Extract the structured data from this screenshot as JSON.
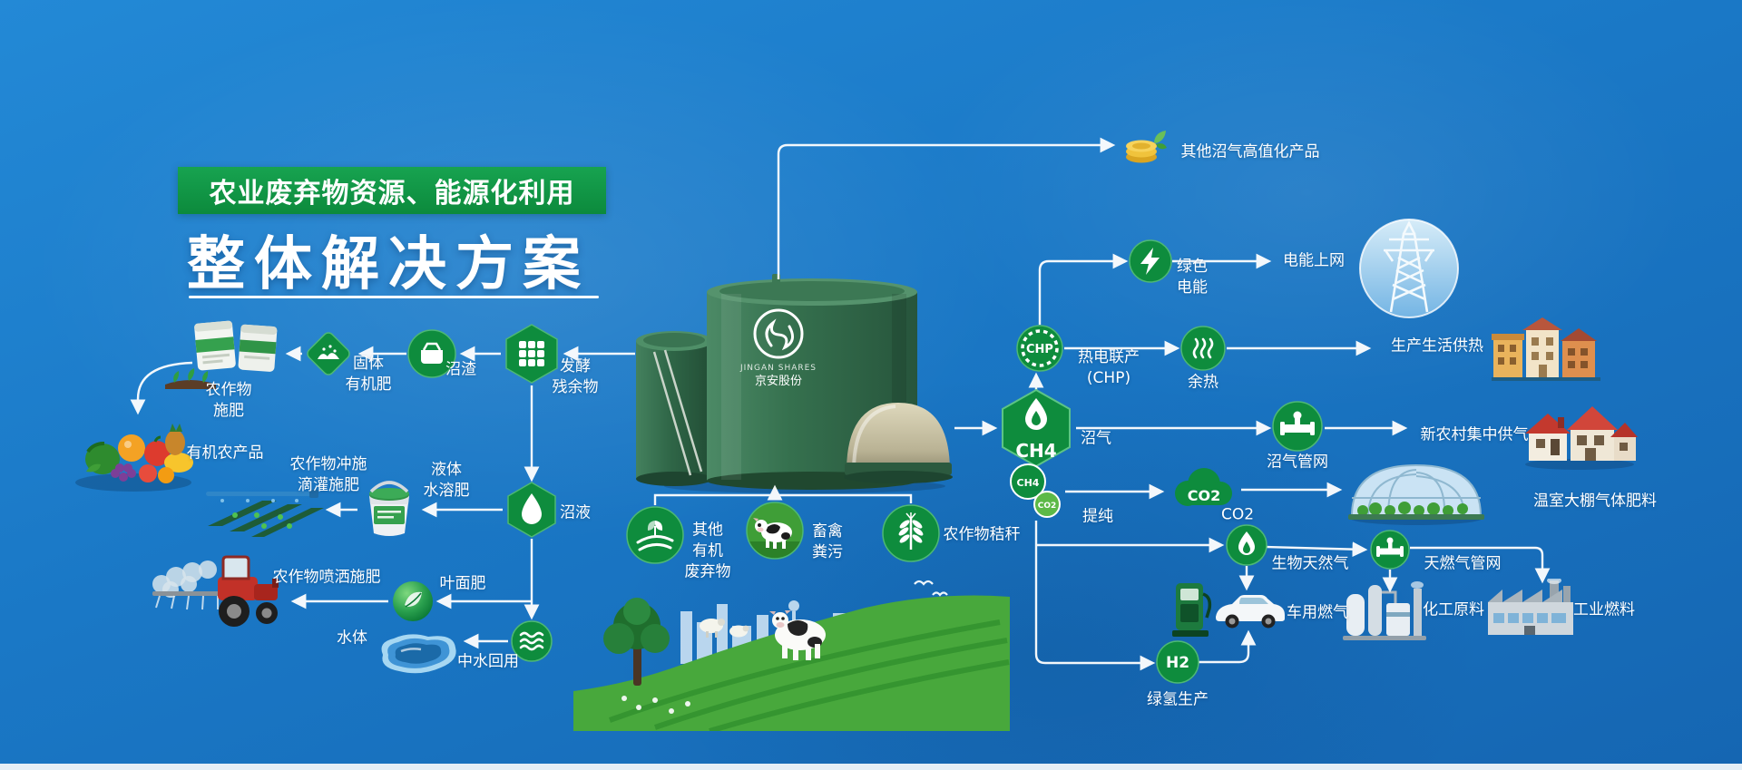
{
  "colors": {
    "background_blue": "#1a78c6",
    "accent_green": "#0e8c3d",
    "line_white": "#ffffff",
    "title_banner_green": "#0f9a46"
  },
  "header": {
    "banner": "农业废弃物资源、能源化利用",
    "title": "整体解决方案"
  },
  "digester": {
    "logo_en": "JINGAN SHARES",
    "logo_cn": "京安股份"
  },
  "left_flow": {
    "ferment_residue": "发酵\n残余物",
    "biogas_residue": "沼渣",
    "solid_fertilizer": "固体\n有机肥",
    "crop_fertilize": "农作物\n施肥",
    "organic_products": "有机农产品",
    "biogas_slurry": "沼液",
    "liquid_fertilizer": "液体\n水溶肥",
    "flush_drip": "农作物冲施\n滴灌施肥",
    "foliar_fertilizer": "叶面肥",
    "spray_fertilize": "农作物喷洒施肥",
    "water_reuse": "中水回用",
    "water_body": "水体"
  },
  "inputs": {
    "other_waste": "其他\n有机\n废弃物",
    "manure": "畜禽\n粪污",
    "straw": "农作物秸秆"
  },
  "right_flow": {
    "ch4": "CH4",
    "biogas": "沼气",
    "chp_abbr": "CHP",
    "chp": "热电联产\n(CHP)",
    "waste_heat": "余热",
    "heat_supply": "生产生活供热",
    "green_power": "绿色\n电能",
    "power_grid": "电能上网",
    "high_value": "其他沼气高值化产品",
    "biogas_network": "沼气管网",
    "rural_gas": "新农村集中供气",
    "purify_ch4": "CH4",
    "purify_co2": "CO2",
    "purify": "提纯",
    "co2_cloud": "CO2",
    "co2": "CO2",
    "greenhouse": "温室大棚气体肥料",
    "bio_gas": "生物天然气",
    "vehicle_gas": "车用燃气",
    "gas_network": "天燃气管网",
    "chemical": "化工原料",
    "industrial_fuel": "工业燃料",
    "h2": "H2",
    "green_h2": "绿氢生产"
  }
}
